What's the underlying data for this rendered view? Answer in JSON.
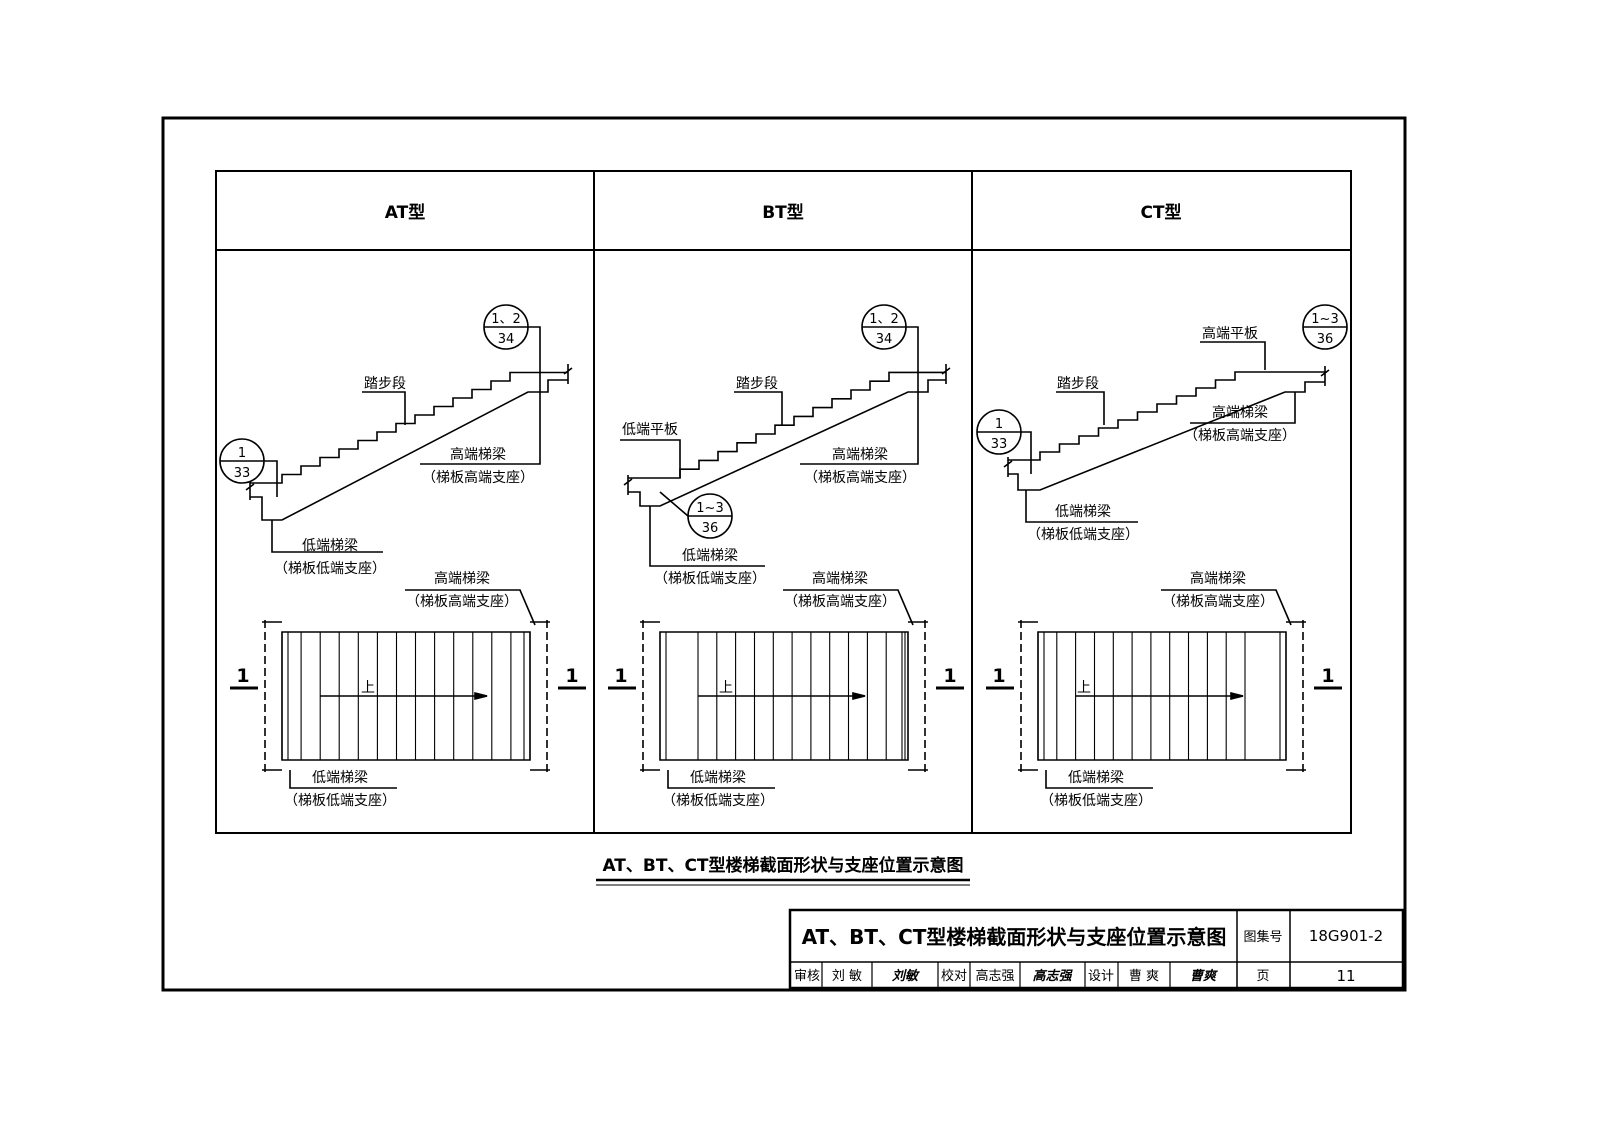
{
  "panels": [
    {
      "title": "AT型",
      "step_label": "踏步段",
      "high_beam": "高端梯梁",
      "high_beam_sub": "（梯板高端支座）",
      "low_beam": "低端梯梁",
      "low_beam_sub": "（梯板低端支座）",
      "callout_low": {
        "top": "1",
        "bottom": "33"
      },
      "callout_high": {
        "top": "1、2",
        "bottom": "34"
      },
      "plan_high": "高端梯梁",
      "plan_high_sub": "（梯板高端支座）",
      "plan_low": "低端梯梁",
      "plan_low_sub": "（梯板低端支座）",
      "up": "上",
      "section_mark": "1"
    },
    {
      "title": "BT型",
      "step_label": "踏步段",
      "low_plate": "低端平板",
      "high_beam": "高端梯梁",
      "high_beam_sub": "（梯板高端支座）",
      "low_beam": "低端梯梁",
      "low_beam_sub": "（梯板低端支座）",
      "callout_low": {
        "top": "1~3",
        "bottom": "36"
      },
      "callout_high": {
        "top": "1、2",
        "bottom": "34"
      },
      "plan_high": "高端梯梁",
      "plan_high_sub": "（梯板高端支座）",
      "plan_low": "低端梯梁",
      "plan_low_sub": "（梯板低端支座）",
      "up": "上",
      "section_mark": "1"
    },
    {
      "title": "CT型",
      "step_label": "踏步段",
      "high_plate": "高端平板",
      "high_beam": "高端梯梁",
      "high_beam_sub": "（梯板高端支座）",
      "low_beam": "低端梯梁",
      "low_beam_sub": "（梯板低端支座）",
      "callout_low": {
        "top": "1",
        "bottom": "33"
      },
      "callout_high": {
        "top": "1~3",
        "bottom": "36"
      },
      "plan_high": "高端梯梁",
      "plan_high_sub": "（梯板高端支座）",
      "plan_low": "低端梯梁",
      "plan_low_sub": "（梯板低端支座）",
      "up": "上",
      "section_mark": "1"
    }
  ],
  "caption": "AT、BT、CT型楼梯截面形状与支座位置示意图",
  "title_block": {
    "title": "AT、BT、CT型楼梯截面形状与支座位置示意图",
    "atlas_label": "图集号",
    "atlas_no": "18G901-2",
    "review_label": "审核",
    "reviewer": "刘 敏",
    "reviewer_sign": "刘敏",
    "check_label": "校对",
    "checker": "高志强",
    "checker_sign": "高志强",
    "design_label": "设计",
    "designer": "曹 爽",
    "designer_sign": "曹爽",
    "page_label": "页",
    "page_no": "11"
  }
}
